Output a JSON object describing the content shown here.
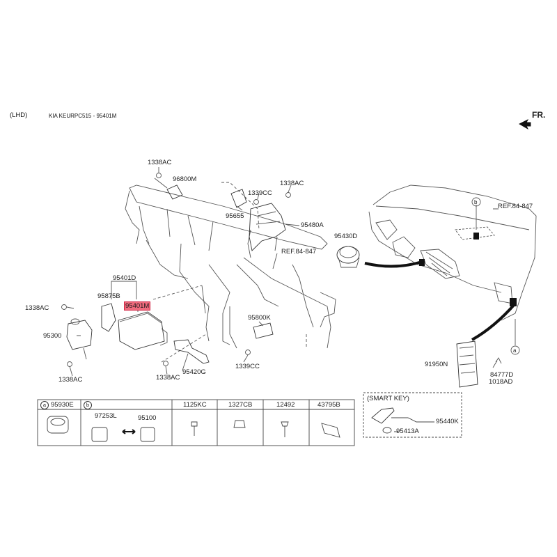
{
  "header": {
    "lhd": "(LHD)",
    "title": "KIA KEURPC515 - 95401M",
    "front": "FR."
  },
  "labels": {
    "l1338ac_a": "1338AC",
    "l96800m": "96800M",
    "l1339cc_a": "1339CC",
    "l1338ac_b": "1338AC",
    "l95655": "95655",
    "l95480a": "95480A",
    "ref_a": "REF.84-847",
    "l95401d": "95401D",
    "l95875b": "95875B",
    "l95401m": "95401M",
    "l1338ac_c": "1338AC",
    "l95300": "95300",
    "l1338ac_d": "1338AC",
    "l1338ac_e": "1338AC",
    "l95420g": "95420G",
    "l95800k": "95800K",
    "l1339cc_b": "1339CC",
    "ref_b": "REF.84-847",
    "l95430d": "95430D",
    "callout_b": "b",
    "callout_a": "a",
    "l91950n": "91950N",
    "l84777d": "84777D",
    "l1018ad": "1018AD"
  },
  "parts_table": {
    "columns": [
      {
        "marker": "a",
        "code": "95930E"
      },
      {
        "marker": "b",
        "code": ""
      },
      {
        "marker": "",
        "code": "1125KC"
      },
      {
        "marker": "",
        "code": "1327CB"
      },
      {
        "marker": "",
        "code": "12492"
      },
      {
        "marker": "",
        "code": "43795B"
      }
    ],
    "b_items": [
      "97253L",
      "95100"
    ]
  },
  "smart_key": {
    "title": "(SMART KEY)",
    "l95440k": "95440K",
    "l95413a": "95413A"
  },
  "colors": {
    "highlight": "#f06b7d",
    "line": "#444444"
  }
}
